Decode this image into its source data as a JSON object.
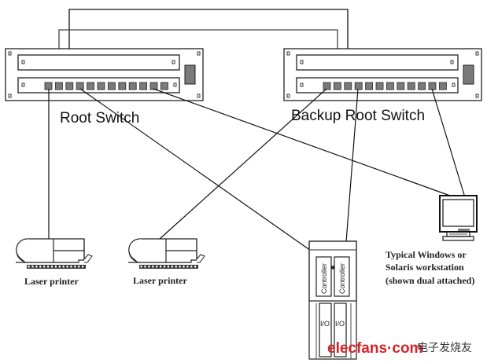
{
  "diagram": {
    "type": "network topology",
    "switches": [
      {
        "id": "root",
        "label": "Root Switch",
        "port_count": 12
      },
      {
        "id": "backup",
        "label": "Backup Root Switch",
        "port_count": 12
      }
    ],
    "devices": [
      {
        "id": "printer1",
        "label": "Laser printer"
      },
      {
        "id": "printer2",
        "label": "Laser printer"
      },
      {
        "id": "controller_chassis",
        "controllers": [
          "Controller",
          "Controller"
        ],
        "io_modules": [
          "I/O",
          "I/O"
        ]
      },
      {
        "id": "workstation",
        "label_lines": [
          "Typical Windows or",
          "Solaris workstation",
          "(shown dual attached)"
        ]
      }
    ],
    "links": [
      {
        "from": "root.port3",
        "to": "backup.port3"
      },
      {
        "from": "root.port2",
        "to": "backup.port2"
      },
      {
        "from": "root.port1",
        "to": "printer1"
      },
      {
        "from": "root.port4",
        "to": "controller_chassis.controller1"
      },
      {
        "from": "root.port11",
        "to": "workstation"
      },
      {
        "from": "backup.port1",
        "to": "printer2"
      },
      {
        "from": "backup.port4",
        "to": "controller_chassis.controller2"
      },
      {
        "from": "backup.port11",
        "to": "workstation"
      }
    ]
  },
  "watermark": {
    "brand": "elecfans·com",
    "chinese": "电子发烧友"
  },
  "colors": {
    "line": "#111111",
    "port_fill": "#7a7a7a",
    "watermark_red": "#d8232a"
  }
}
